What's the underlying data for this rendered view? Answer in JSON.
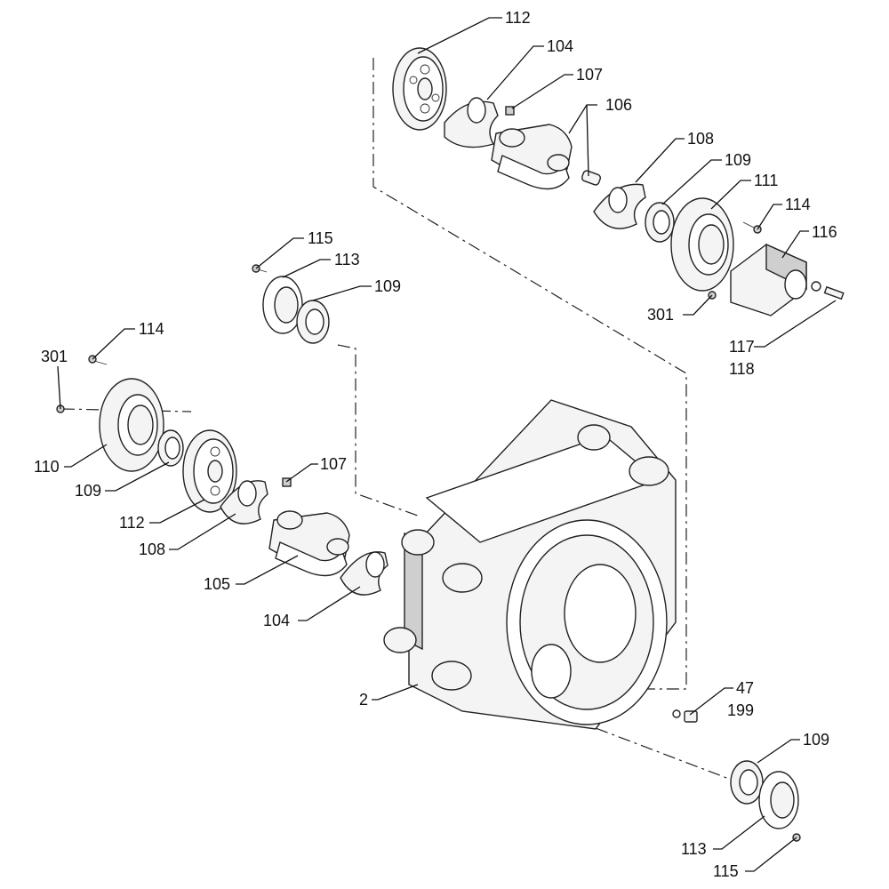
{
  "callouts": [
    {
      "id": "c112a",
      "text": "112"
    },
    {
      "id": "c104a",
      "text": "104"
    },
    {
      "id": "c107a",
      "text": "107"
    },
    {
      "id": "c106",
      "text": "106"
    },
    {
      "id": "c108a",
      "text": "108"
    },
    {
      "id": "c109a",
      "text": "109"
    },
    {
      "id": "c111",
      "text": "111"
    },
    {
      "id": "c114a",
      "text": "114"
    },
    {
      "id": "c116",
      "text": "116"
    },
    {
      "id": "c301a",
      "text": "301"
    },
    {
      "id": "c117",
      "text": "117"
    },
    {
      "id": "c118",
      "text": "118"
    },
    {
      "id": "c115a",
      "text": "115"
    },
    {
      "id": "c113a",
      "text": "113"
    },
    {
      "id": "c109b",
      "text": "109"
    },
    {
      "id": "c114b",
      "text": "114"
    },
    {
      "id": "c301b",
      "text": "301"
    },
    {
      "id": "c110",
      "text": "110"
    },
    {
      "id": "c109c",
      "text": "109"
    },
    {
      "id": "c112b",
      "text": "112"
    },
    {
      "id": "c107b",
      "text": "107"
    },
    {
      "id": "c108b",
      "text": "108"
    },
    {
      "id": "c105",
      "text": "105"
    },
    {
      "id": "c104b",
      "text": "104"
    },
    {
      "id": "c2",
      "text": "2"
    },
    {
      "id": "c47",
      "text": "47"
    },
    {
      "id": "c199",
      "text": "199"
    },
    {
      "id": "c109d",
      "text": "109"
    },
    {
      "id": "c113b",
      "text": "113"
    },
    {
      "id": "c115b",
      "text": "115"
    }
  ]
}
